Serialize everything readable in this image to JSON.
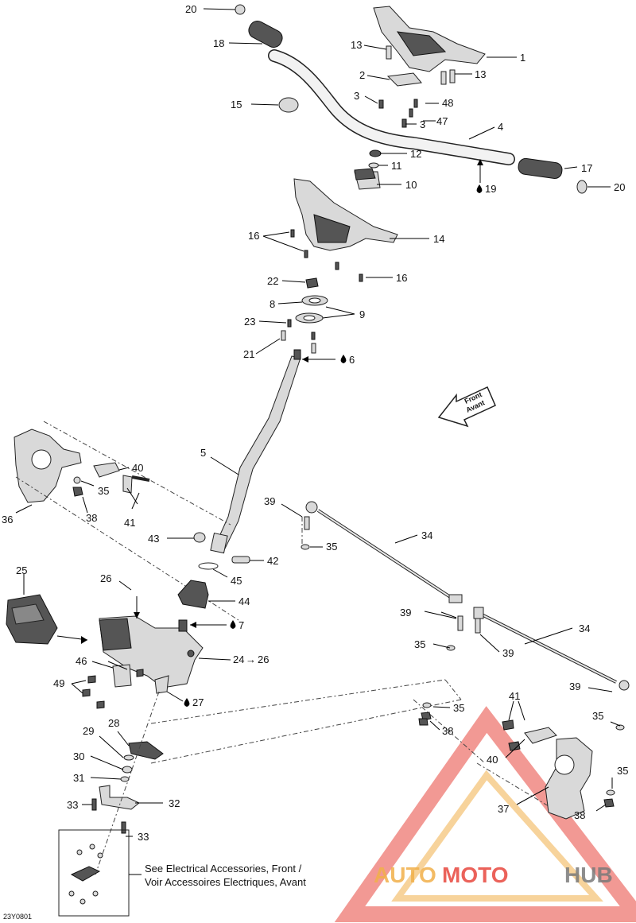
{
  "callouts": {
    "p1": "1",
    "p2": "2",
    "p3a": "3",
    "p3b": "3",
    "p4": "4",
    "p5": "5",
    "p6": "6",
    "p7": "7",
    "p8": "8",
    "p9": "9",
    "p10": "10",
    "p11": "11",
    "p12": "12",
    "p13a": "13",
    "p13b": "13",
    "p14": "14",
    "p15": "15",
    "p16a": "16",
    "p16b": "16",
    "p17": "17",
    "p18": "18",
    "p19": "19",
    "p20a": "20",
    "p20b": "20",
    "p21": "21",
    "p22": "22",
    "p23": "23",
    "p24": "24",
    "p26range": "26",
    "p25": "25",
    "p26": "26",
    "p27": "27",
    "p28": "28",
    "p29": "29",
    "p30": "30",
    "p31": "31",
    "p32": "32",
    "p33a": "33",
    "p33b": "33",
    "p34a": "34",
    "p34b": "34",
    "p35a": "35",
    "p35b": "35",
    "p35c": "35",
    "p35d": "35",
    "p35e": "35",
    "p35f": "35",
    "p36": "36",
    "p37": "37",
    "p38a": "38",
    "p38b": "38",
    "p38c": "38",
    "p39a": "39",
    "p39b": "39",
    "p39c": "39",
    "p39d": "39",
    "p40a": "40",
    "p40b": "40",
    "p41a": "41",
    "p41b": "41",
    "p42": "42",
    "p43": "43",
    "p44": "44",
    "p45": "45",
    "p46": "46",
    "p47": "47",
    "p48": "48",
    "p49": "49"
  },
  "front_arrow": {
    "line1": "Front",
    "line2": "Avant"
  },
  "note": {
    "line1": "See Electrical Accessories, Front /",
    "line2": "Voir Accessoires Electriques, Avant"
  },
  "drawing_code": "23Y0801",
  "watermark": {
    "part1": "AUTO",
    "part2": "MOTO",
    "part3": "HUB"
  },
  "colors": {
    "watermark_red": "#e8473e",
    "watermark_orange": "#f1b04a",
    "watermark_gray": "#7a7a7a"
  }
}
